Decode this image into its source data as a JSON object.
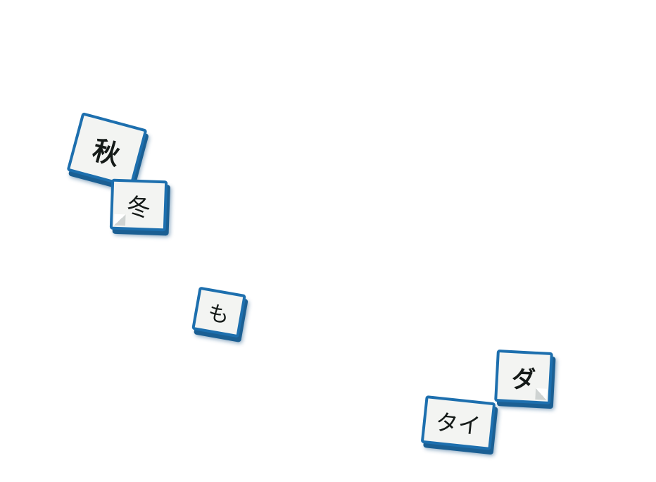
{
  "cards": [
    {
      "text": "秋"
    },
    {
      "text": "冬"
    },
    {
      "text": "も"
    },
    {
      "text": "ダ"
    },
    {
      "text": "タイ"
    }
  ],
  "colors": {
    "border": "#1d6fae",
    "paper": "#f3f4f2",
    "ink": "#151a18"
  }
}
